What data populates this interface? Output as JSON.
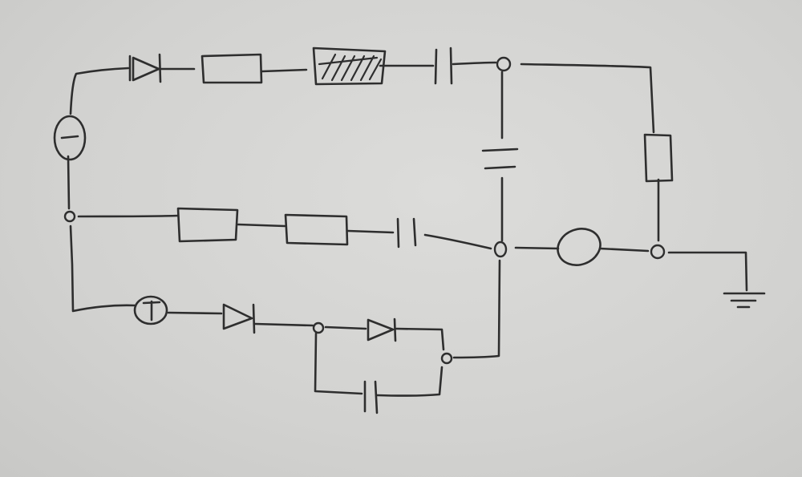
{
  "diagram": {
    "kind": "hand-drawn circuit schematic",
    "ink_color": "#2e2e2e",
    "paper_color": "#d6d6d4",
    "branches": {
      "top": [
        "voltage-source-minus",
        "diode",
        "resistor",
        "variable-resistor",
        "capacitor",
        "junction"
      ],
      "vertical_right": [
        "junction",
        "capacitor",
        "junction"
      ],
      "middle": [
        "junction",
        "resistor",
        "resistor",
        "capacitor",
        "junction",
        "lamp",
        "junction",
        "ground"
      ],
      "bottom": [
        "junction",
        "voltage-source-plus",
        "diode",
        "junction",
        "diode",
        "junction",
        "capacitor"
      ],
      "far_right": [
        "junction",
        "resistor",
        "junction"
      ]
    },
    "source_symbols": {
      "minus": "−",
      "plus": "+"
    }
  }
}
